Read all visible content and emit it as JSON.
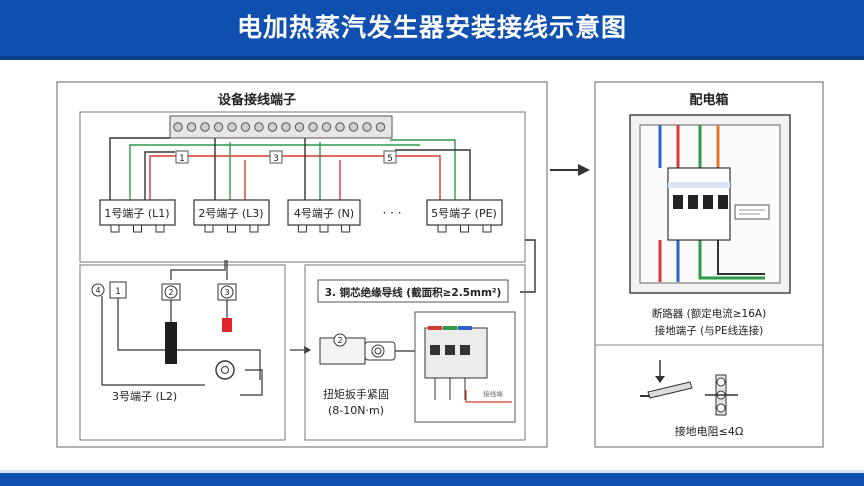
{
  "title": "电加热蒸汽发生器安装接线示意图",
  "left_panel": {
    "heading": "设备接线端子",
    "terminals": [
      "1号端子 (L1)",
      "2号端子 (L3)",
      "4号端子 (N)",
      "5号端子 (PE)"
    ],
    "ellipsis": "· · ·",
    "bridge_labels": [
      "1",
      "3",
      "5"
    ],
    "bottom_left": {
      "marks": [
        "4",
        "1",
        "2",
        "3"
      ],
      "terminal_label": "3号端子 (L2)"
    },
    "bottom_right": {
      "cable_label": "3. 铜芯绝缘导线 (截面积≥2.5mm²)",
      "bolt_mark": "2",
      "torque_line1": "扭矩扳手紧固",
      "torque_line2": "(8-10N·m)",
      "small_tag": "接线端"
    }
  },
  "right_panel": {
    "heading": "配电箱",
    "breaker_label": "断路器 (额定电流≥16A)",
    "ground_label": "接地端子 (与PE线连接)",
    "resistance_label": "接地电阻≤4Ω"
  },
  "colors": {
    "header": "#0f4fb0",
    "live": "#d63a2f",
    "ground": "#2e9a4a",
    "neutral": "#2a66c9",
    "wire": "#333333"
  }
}
